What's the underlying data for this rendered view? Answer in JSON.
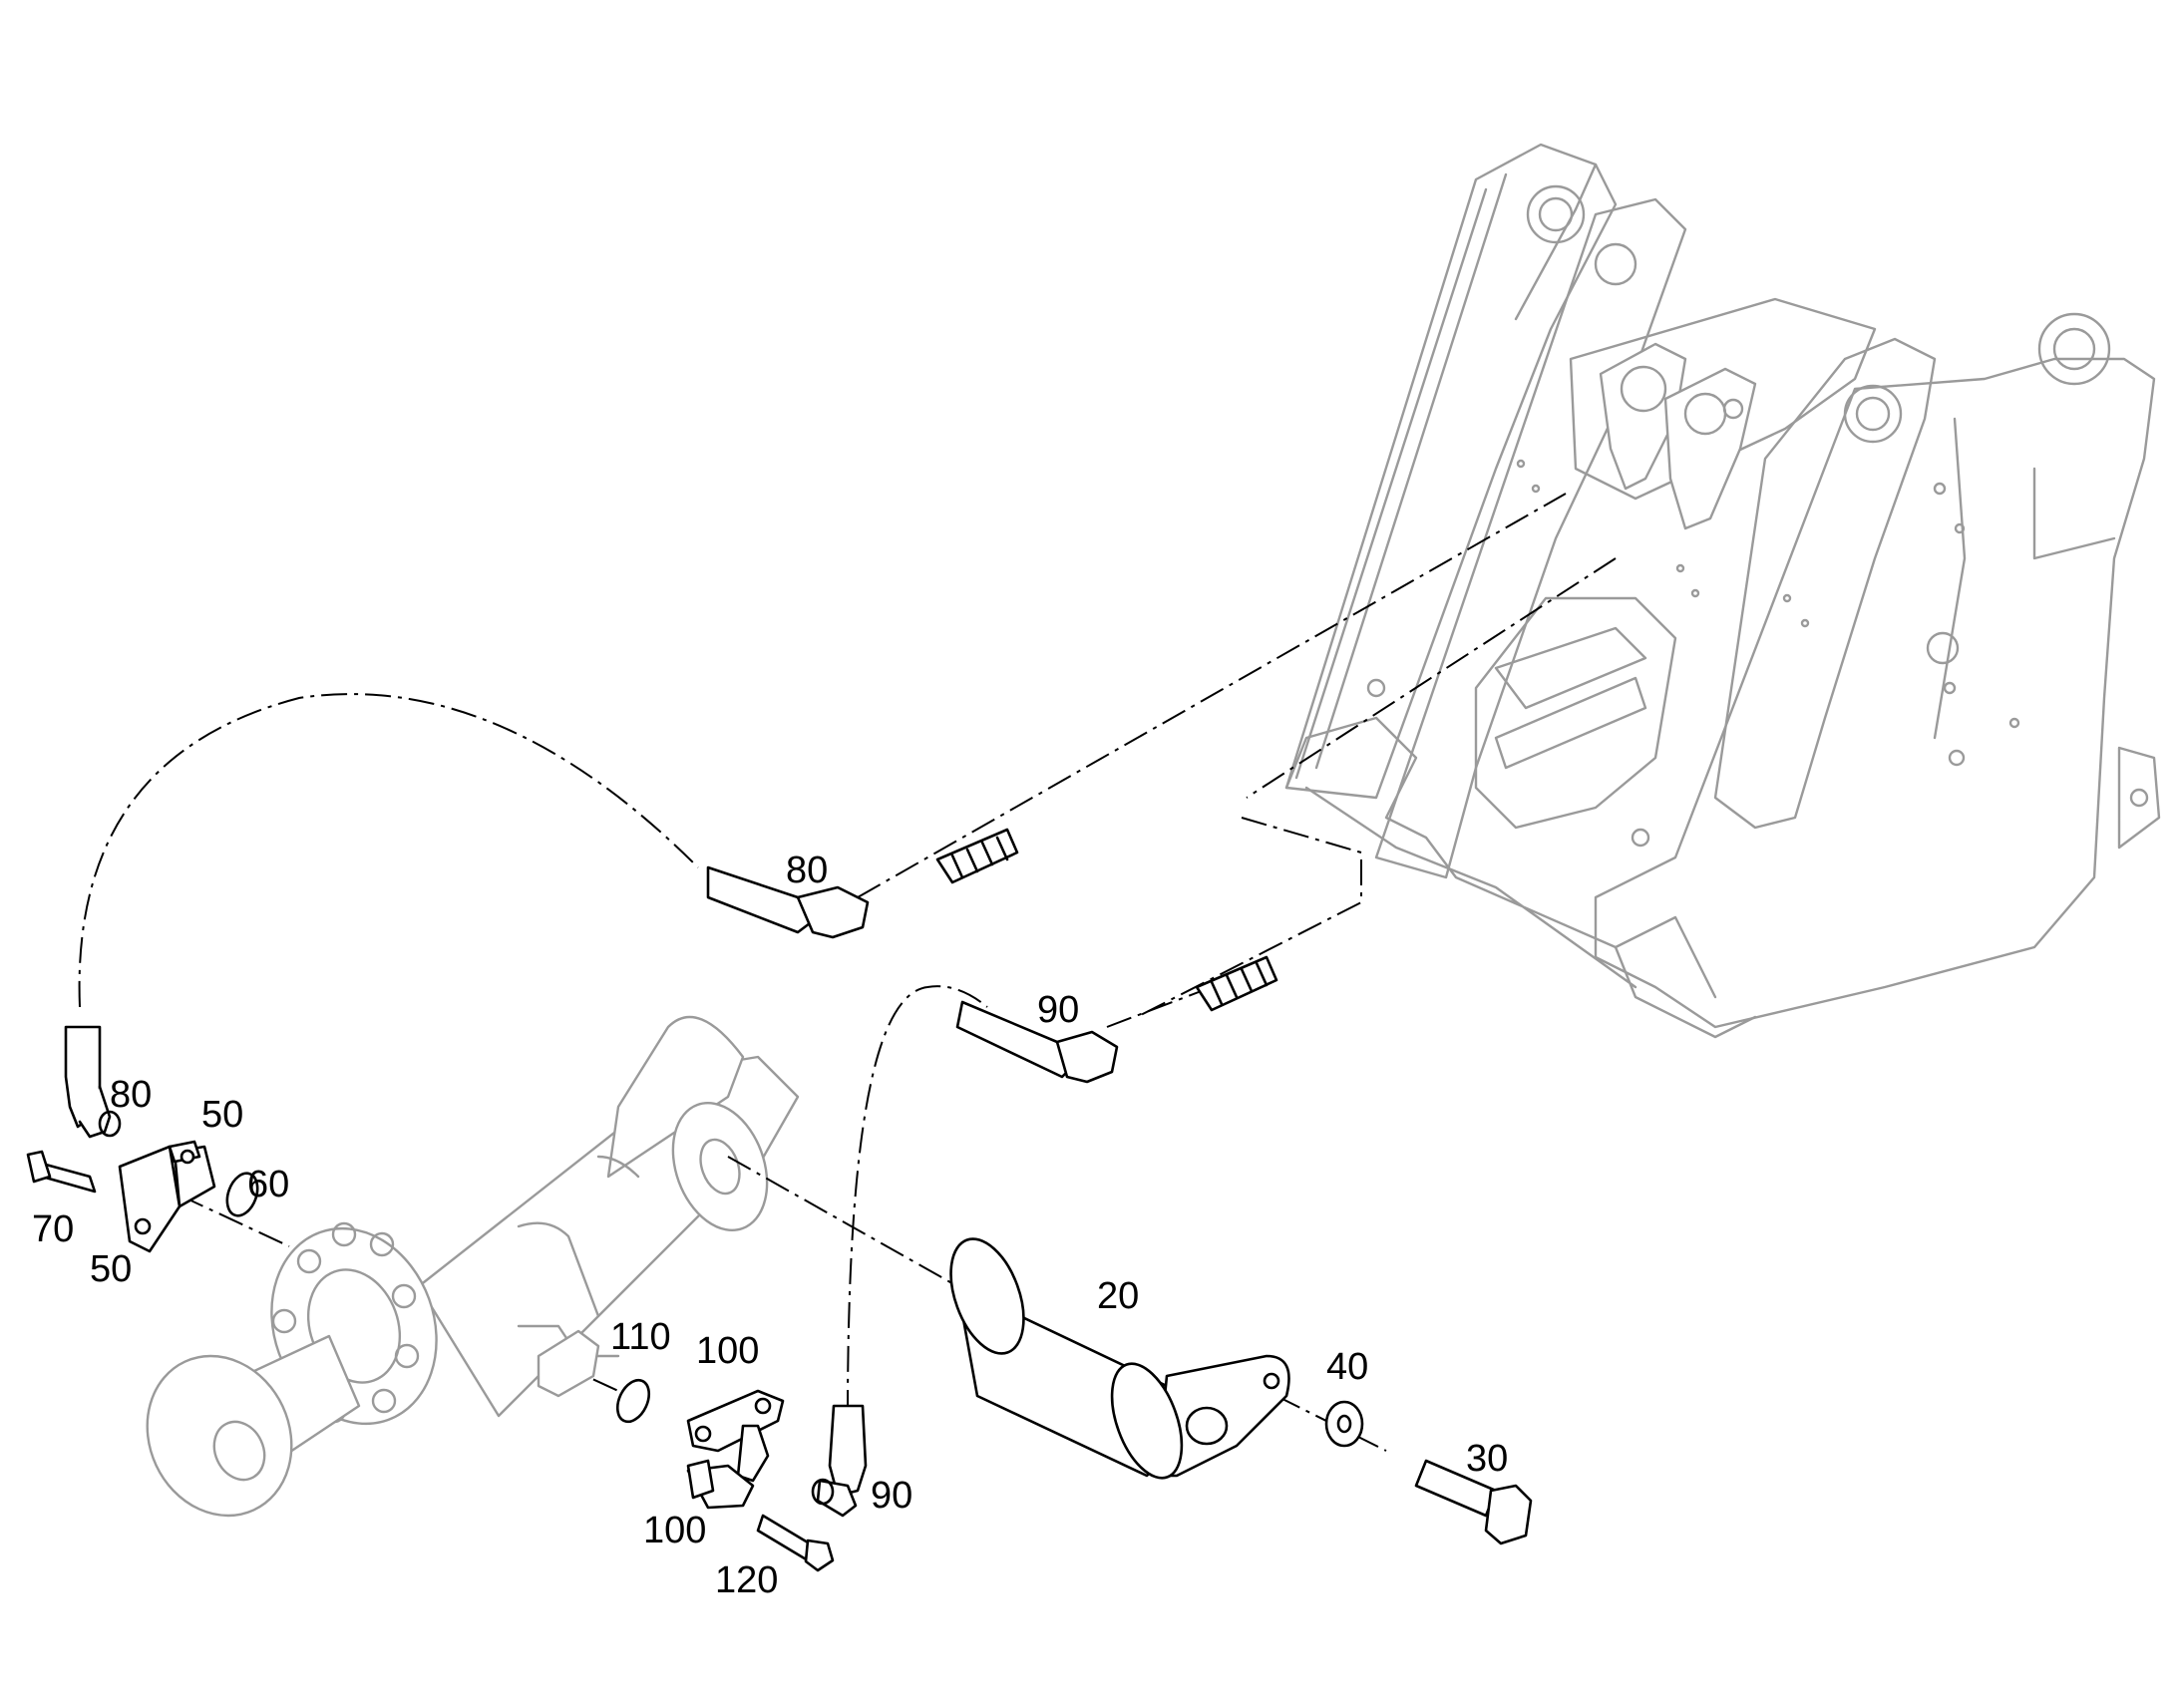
{
  "callouts": {
    "c20": "20",
    "c30": "30",
    "c40": "40",
    "c50a": "50",
    "c50b": "50",
    "c60": "60",
    "c70": "70",
    "c80a": "80",
    "c80b": "80",
    "c90a": "90",
    "c90b": "90",
    "c100a": "100",
    "c100b": "100",
    "c110": "110",
    "c120": "120"
  }
}
